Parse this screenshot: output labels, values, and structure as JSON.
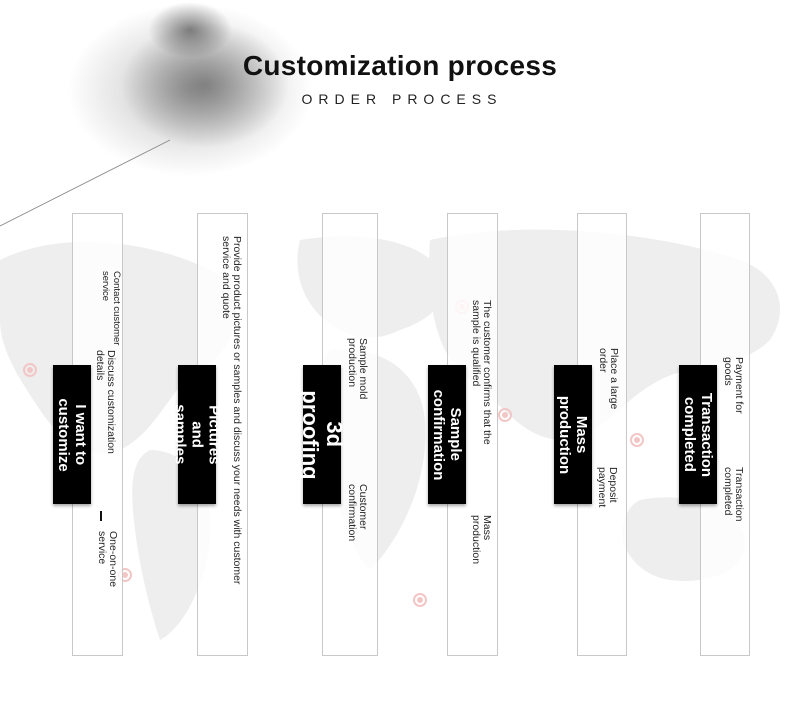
{
  "header": {
    "title": "Customization process",
    "subtitle": "ORDER PROCESS"
  },
  "steps": [
    {
      "label": "I want to\ncustomize",
      "notes": [
        "Contact customer\nservice",
        "Discuss customization\ndetails",
        "One-on-one\nservice"
      ]
    },
    {
      "label": "Pictures and\nsamples",
      "notes": [
        "Provide product pictures or samples and discuss your needs with customer\nservice and quote"
      ]
    },
    {
      "label": "3d proofing",
      "notes": [
        "Sample mold\nproduction",
        "Customer\nconfirmation"
      ]
    },
    {
      "label": "Sample\nconfirmation",
      "notes": [
        "The customer confirms that the\nsample is qualified",
        "Mass\nproduction"
      ]
    },
    {
      "label": "Mass\nproduction",
      "notes": [
        "Place a large\norder",
        "Deposit\npayment"
      ]
    },
    {
      "label": "Transaction\ncompleted",
      "notes": [
        "Payment for\ngoods",
        "Transaction\ncompleted"
      ]
    }
  ],
  "colors": {
    "badge": "#000000",
    "panel_border": "#c8c8c8",
    "map": "#efefef",
    "pin": "#f2c4c4"
  }
}
